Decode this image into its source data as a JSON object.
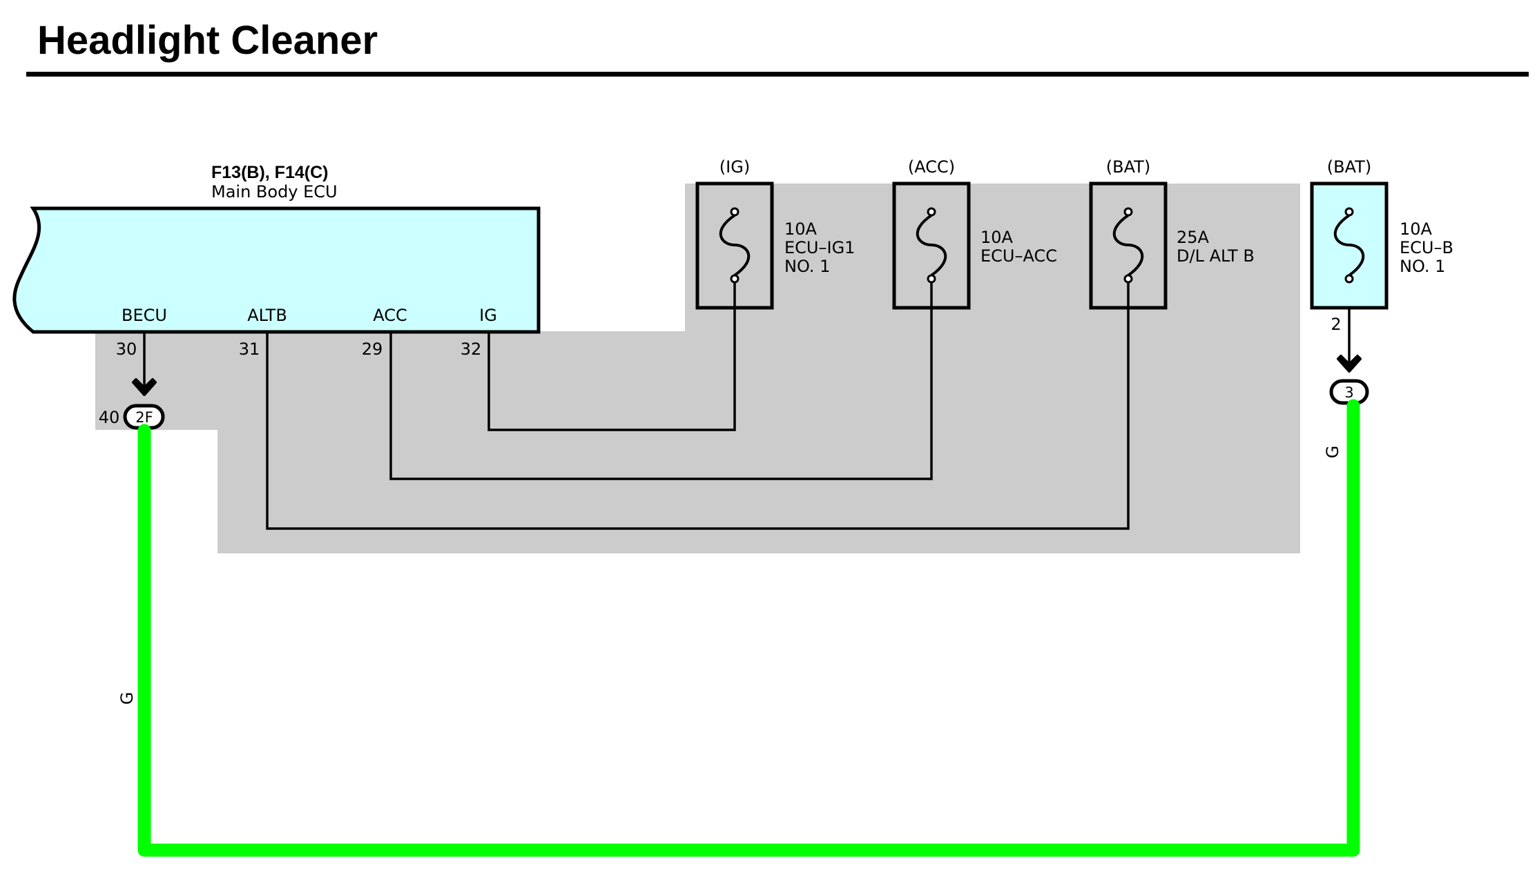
{
  "title": "Headlight Cleaner",
  "ecu": {
    "connectors": "F13(B), F14(C)",
    "name": "Main Body ECU",
    "terminals": [
      {
        "label": "BECU",
        "pin": "30"
      },
      {
        "label": "ALTB",
        "pin": "31"
      },
      {
        "label": "ACC",
        "pin": "29"
      },
      {
        "label": "IG",
        "pin": "32"
      }
    ]
  },
  "fuses": [
    {
      "source": "(IG)",
      "rating": "10A",
      "name_line1": "ECU–IG1",
      "name_line2": "NO. 1"
    },
    {
      "source": "(ACC)",
      "rating": "10A",
      "name_line1": "ECU–ACC",
      "name_line2": ""
    },
    {
      "source": "(BAT)",
      "rating": "25A",
      "name_line1": "D/L ALT B",
      "name_line2": ""
    },
    {
      "source": "(BAT)",
      "rating": "10A",
      "name_line1": "ECU–B",
      "name_line2": "NO. 1",
      "pin": "2"
    }
  ],
  "junctions": {
    "left": {
      "label": "2F",
      "pin": "40"
    },
    "right": {
      "label": "3"
    }
  },
  "wire_colors": {
    "left_label": "G",
    "right_label": "G"
  },
  "colors": {
    "green_wire": "#00ff00",
    "ecu_fill": "#ccffff",
    "shade": "#cccccc"
  }
}
